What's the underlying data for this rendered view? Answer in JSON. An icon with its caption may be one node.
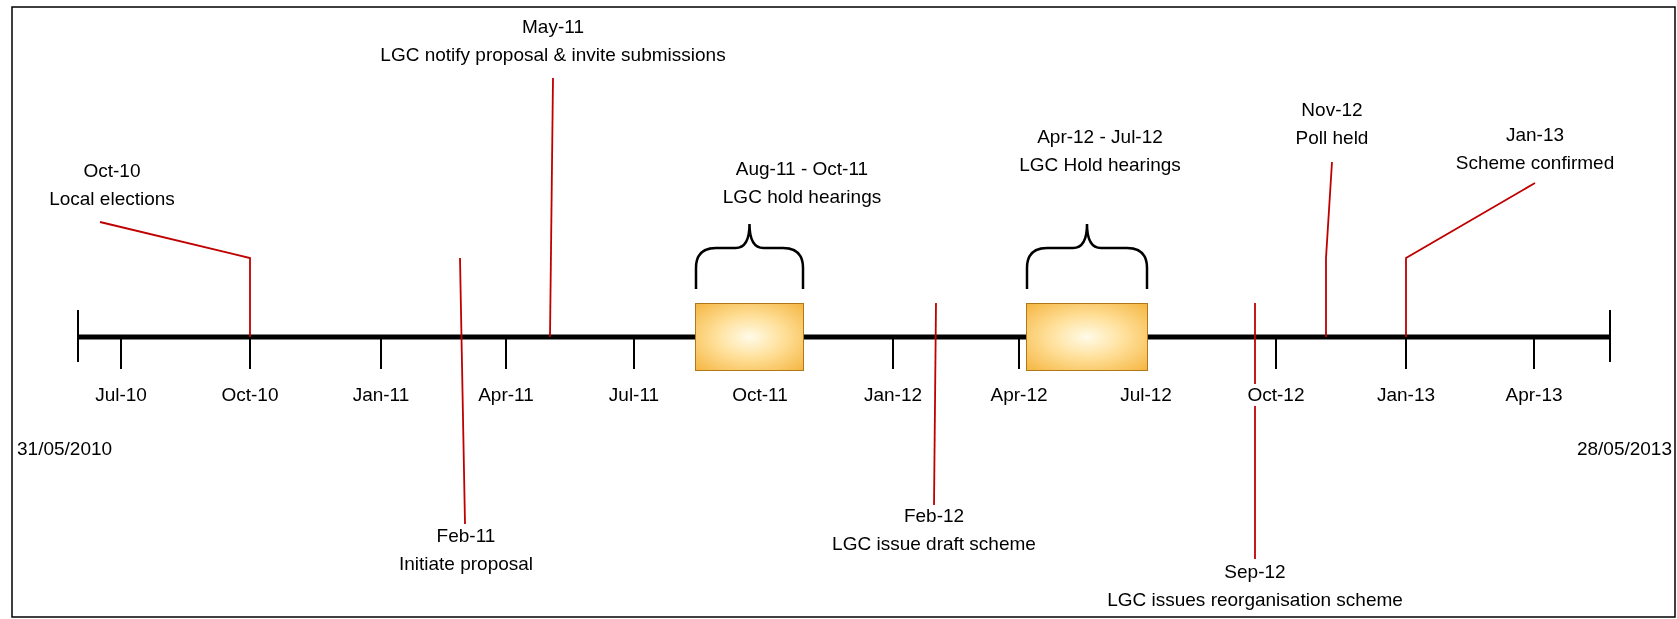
{
  "diagram": {
    "nodes": [
      {
        "text": [
          "Oct-10",
          "Local elections"
        ]
      },
      {
        "text": [
          "May-11",
          "LGC notify proposal & invite submissions"
        ]
      },
      {
        "text": [
          "Feb-11",
          "Initiate proposal"
        ]
      },
      {
        "text": [],
        "shape": "box",
        "beside": [
          "Aug-11 - Oct-11",
          "LGC hold hearings"
        ]
      },
      {
        "text": [],
        "shape": "box",
        "beside": [
          "Apr-12 - Jul-12",
          "LGC Hold hearings"
        ]
      },
      {
        "text": [
          "Nov-12",
          "Poll held"
        ]
      },
      {
        "text": [
          "Jan-13",
          "Scheme confirmed"
        ]
      },
      {
        "text": [
          "Feb-12",
          "LGC issue draft scheme"
        ]
      },
      {
        "text": [
          "Sep-12",
          "LGC issues reorganisation scheme"
        ]
      }
    ],
    "edges": [
      {
        "from": 0,
        "to": null,
        "arrow": "none"
      },
      {
        "from": 1,
        "to": null,
        "arrow": "none"
      },
      {
        "from": 2,
        "to": null,
        "arrow": "none"
      },
      {
        "from": 5,
        "to": null,
        "arrow": "none"
      },
      {
        "from": 6,
        "to": null,
        "arrow": "none"
      },
      {
        "from": 7,
        "to": null,
        "arrow": "none"
      },
      {
        "from": 8,
        "to": null,
        "arrow": "none"
      }
    ],
    "labels": [
      "Jul-10",
      "Oct-10",
      "Jan-11",
      "Apr-11",
      "Jul-11",
      "Oct-11",
      "Jan-12",
      "Apr-12",
      "Jul-12",
      "Oct-12",
      "Jan-13",
      "Apr-13",
      "31/05/2010",
      "28/05/2013"
    ]
  }
}
